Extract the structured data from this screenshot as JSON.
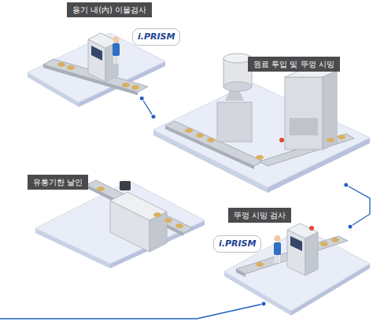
{
  "diagram": {
    "nodes": [
      {
        "text": [
          "용기 내(內) 이물검사"
        ]
      },
      {
        "text": [
          "원료 투입 및 뚜껑 시밍"
        ]
      },
      {
        "text": [
          "유통기한 날인"
        ]
      },
      {
        "text": [
          "뚜껑 시밍 검사"
        ]
      }
    ],
    "edges": [
      {
        "from": 0,
        "to": 1,
        "arrow": "none"
      },
      {
        "from": 1,
        "to": 3,
        "arrow": "none"
      }
    ],
    "labels": [
      "i.PRISM",
      "i.PRISM"
    ]
  }
}
